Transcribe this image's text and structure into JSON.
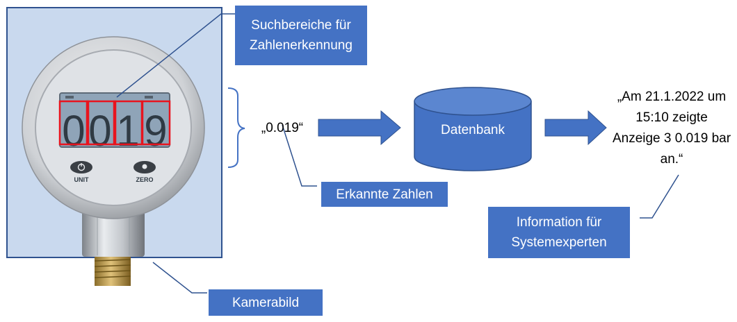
{
  "colors": {
    "accent": "#4472C4",
    "accent_dark": "#2F528F",
    "photo_bg": "#C9D9EE",
    "lcd_bg": "#8FA4B8",
    "highlight_box": "#E8141E"
  },
  "labels": {
    "search_areas": "Suchbereiche für Zahlenerkennung",
    "recognized_numbers": "Erkannte Zahlen",
    "camera_image": "Kamerabild",
    "expert_info": "Information für Systemexperten",
    "database": "Datenbank",
    "recognized_value": "„0.019“",
    "result_message": "„Am 21.1.2022 um 15:10 zeigte Anzeige 3 0.019 bar an.“"
  },
  "gauge": {
    "display_digits": [
      "0",
      "0",
      "1",
      "9"
    ],
    "unit_button": "UNIT",
    "zero_button": "ZERO",
    "digit_box_count": 4
  },
  "icons": {
    "arrow_1": "right-arrow-icon",
    "arrow_2": "right-arrow-icon",
    "database": "database-cylinder-icon",
    "bracket": "brace-icon"
  }
}
